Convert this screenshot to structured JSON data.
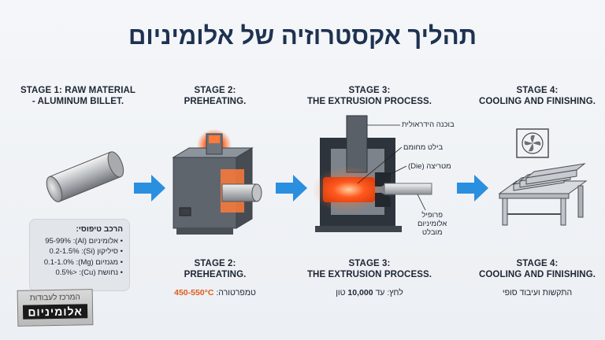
{
  "title": "תהליך אקסטרוזיה של אלומיניום",
  "stages_top": [
    {
      "line1": "STAGE 1: RAW MATERIAL",
      "line2": "- ALUMINUM BILLET."
    },
    {
      "line1": "STAGE 2:",
      "line2": "PREHEATING."
    },
    {
      "line1": "STAGE 3:",
      "line2": "THE EXTRUSION PROCESS."
    },
    {
      "line1": "STAGE 4:",
      "line2": "COOLING AND FINISHING."
    }
  ],
  "stages_bottom": [
    {
      "line1": "STAGE 2:",
      "line2": "PREHEATING."
    },
    {
      "line1": "STAGE 3:",
      "line2": "THE EXTRUSION PROCESS."
    },
    {
      "line1": "STAGE 4:",
      "line2": "COOLING AND FINISHING."
    }
  ],
  "preheat_sub": {
    "prefix": "טמפרטורה:",
    "value": "450-550°C"
  },
  "extrusion_sub": {
    "prefix": "לחץ: עד",
    "value": "10,000",
    "suffix": "טון"
  },
  "finishing_sub": "התקשות ועיבוד סופי",
  "extrusion_labels": {
    "piston": "בוכנה הידראולית",
    "billet": "בילט מחומם",
    "die": "מטריצה (Die)",
    "profile_1": "פרופיל",
    "profile_2": "אלומיניום",
    "profile_3": "מובלט"
  },
  "composition": {
    "title": "הרכב טיפוסי:",
    "rows": [
      "• אלומיניום (Al): 95-99%",
      "• סיליקון (Si): 0.2-1.5%",
      "• מגנזיום (Mg): 0.1-1.0%",
      "• נחושת (Cu): <0.5%"
    ]
  },
  "badge": {
    "line1": "המרכז לעבודות",
    "line2": "אלומיניום"
  },
  "colors": {
    "arrow": "#2b8fe0",
    "heat": "#ff5a1f",
    "title": "#1e3250"
  }
}
